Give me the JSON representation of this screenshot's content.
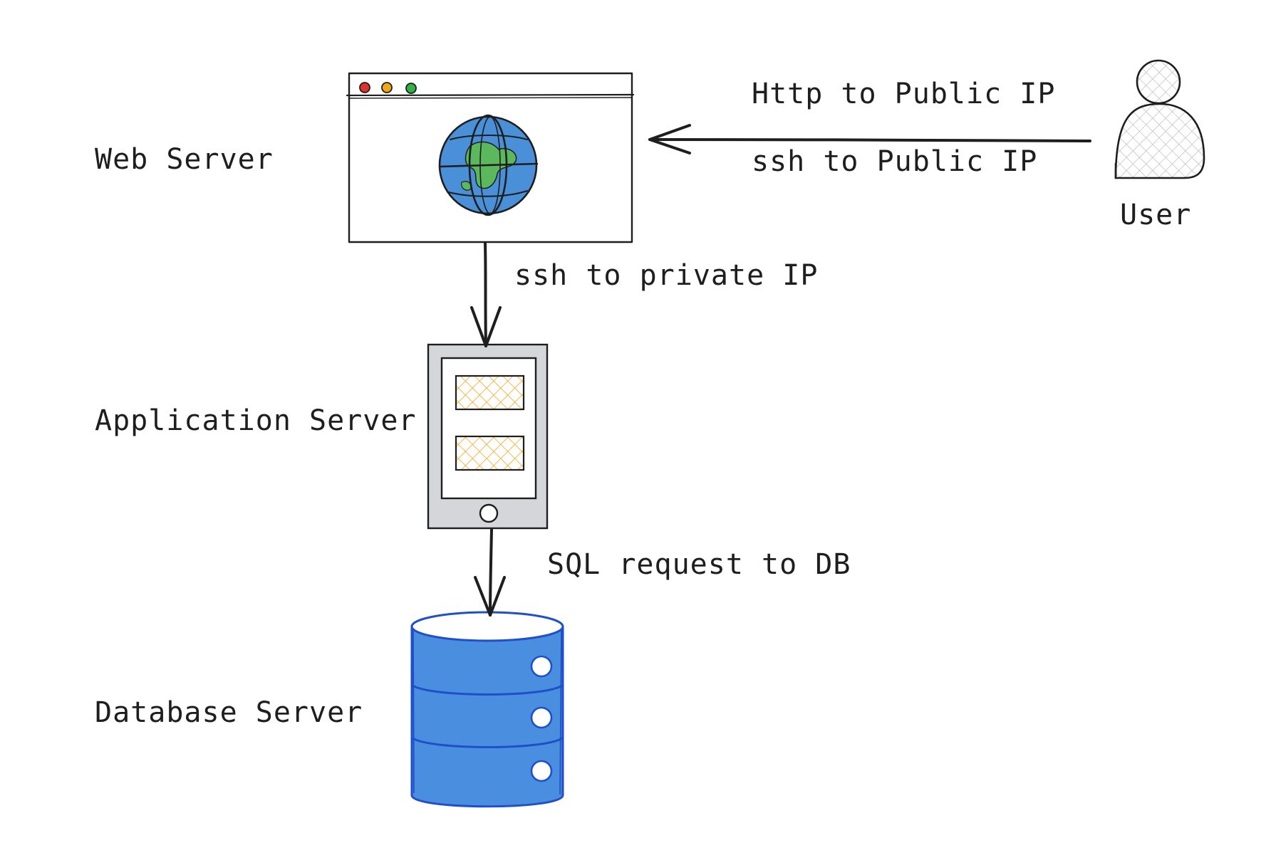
{
  "labels": {
    "web_server": "Web Server",
    "application_server": "Application Server",
    "database_server": "Database Server",
    "user": "User"
  },
  "edges": {
    "http_public": "Http to Public IP",
    "ssh_public": "ssh to Public IP",
    "ssh_private": "ssh to private IP",
    "sql_request": "SQL request to DB"
  },
  "colors": {
    "ink": "#1e1e1e",
    "globe_ocean": "#4a90d9",
    "globe_land": "#5cb85c",
    "phone_body": "#d4d6da",
    "panel_fill": "#f5a623",
    "db_fill": "#4a8ee0",
    "db_stroke": "#1f4fc9",
    "user_fill": "#dfe1e5",
    "dot_red": "#e03131",
    "dot_yellow": "#f0a818",
    "dot_green": "#2fb344"
  },
  "icons": {
    "web": "browser-window-with-globe-icon",
    "app": "tablet-device-icon",
    "db": "database-cylinder-icon",
    "user": "user-person-icon"
  }
}
